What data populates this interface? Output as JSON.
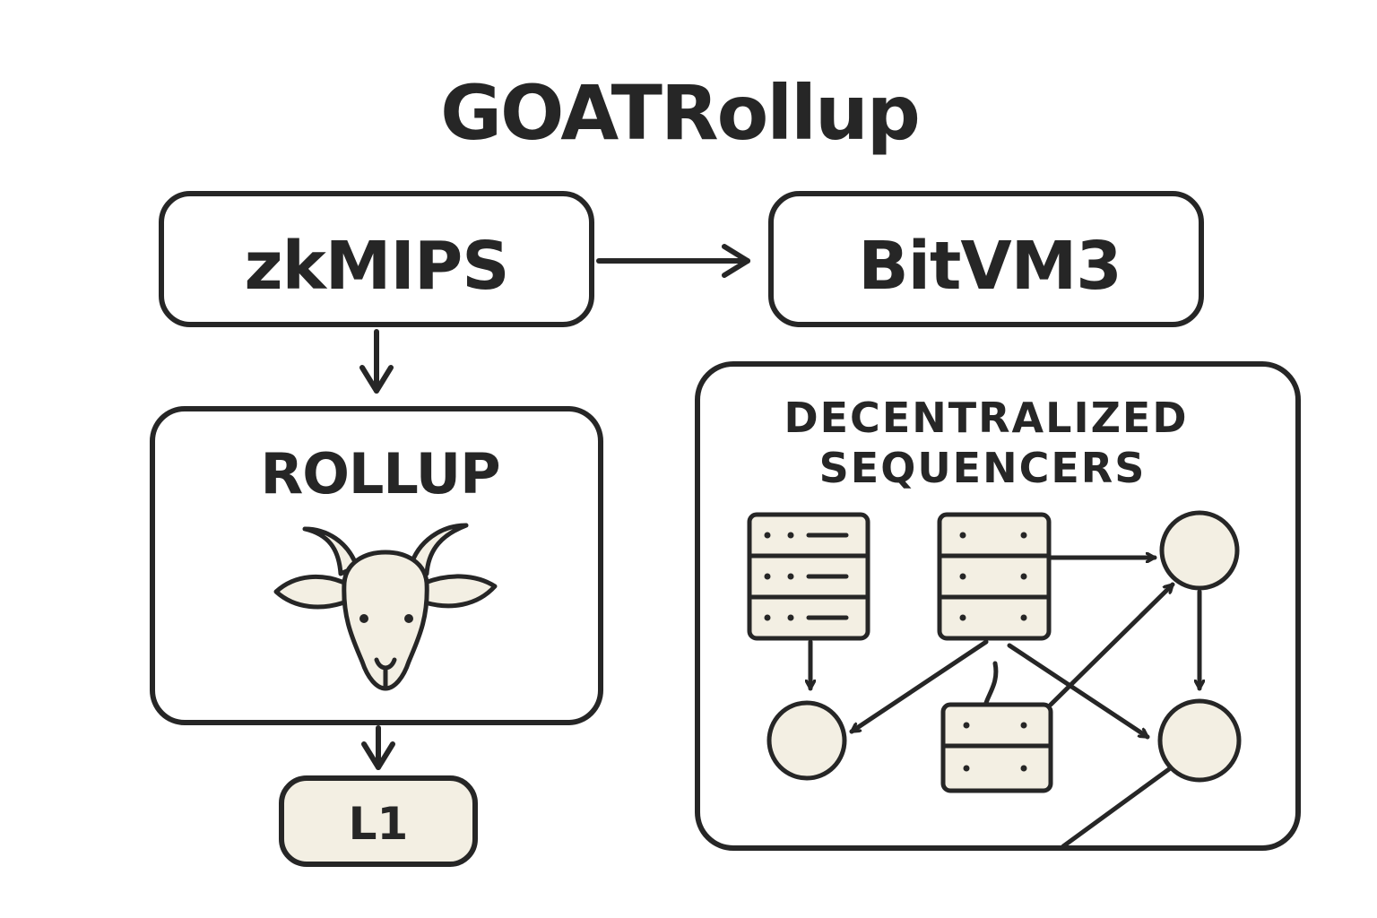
{
  "title": "GOATRollup",
  "nodes": {
    "zkmips": "zkMIPS",
    "bitvm3": "BitVM3",
    "rollup": "ROLLUP",
    "l1": "L1",
    "sequencers": {
      "line1": "DECENTRALIZED",
      "line2": "SEQUENCERS"
    }
  },
  "icons": {
    "rollup": "goat-icon",
    "sequencers": [
      "server-icon",
      "server-icon",
      "server-icon",
      "node-circle-icon",
      "node-circle-icon",
      "node-circle-icon"
    ]
  },
  "colors": {
    "stroke": "#262626",
    "fill_cream": "#f3efe3",
    "background": "#ffffff"
  }
}
